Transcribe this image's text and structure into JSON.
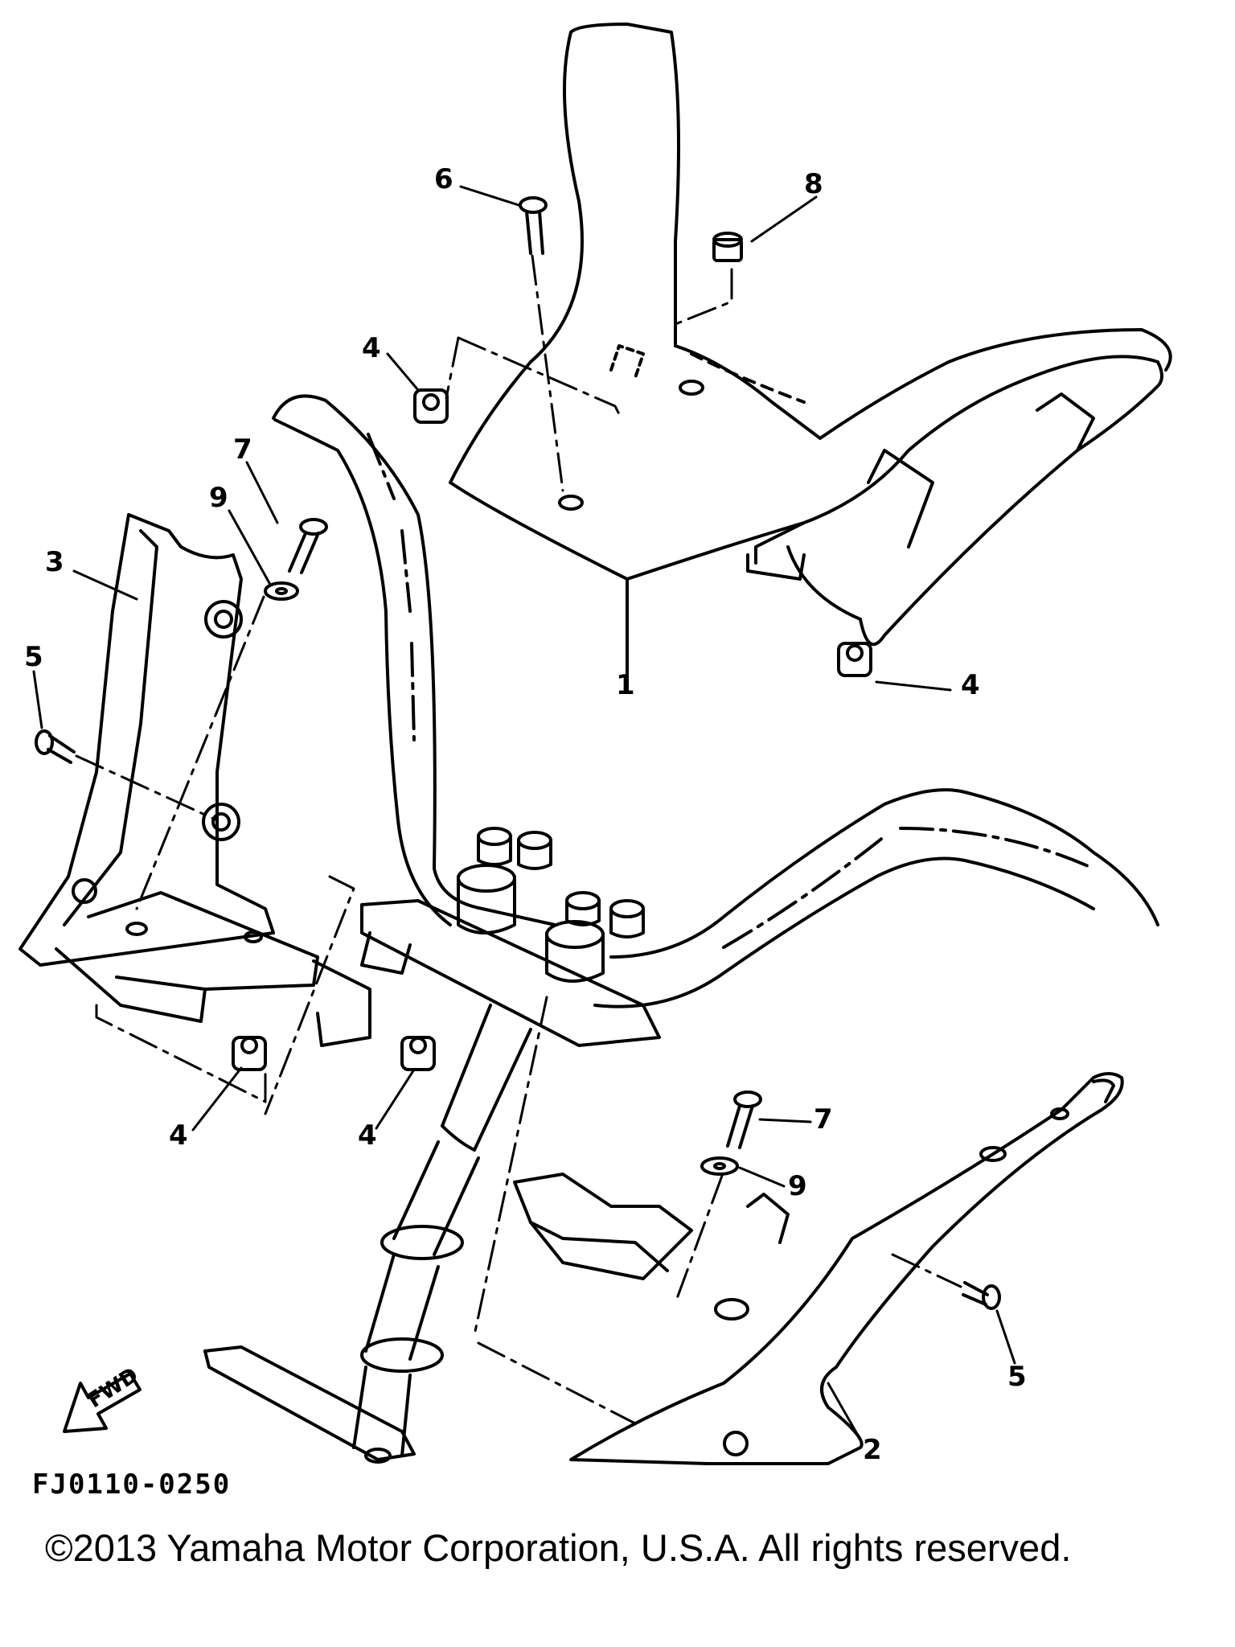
{
  "diagram": {
    "drawing_code": "FJ0110-0250",
    "copyright": "©2013 Yamaha Motor Corporation, U.S.A. All rights reserved.",
    "fwd_label": "FWD",
    "callouts": [
      {
        "id": "c6",
        "label": "6"
      },
      {
        "id": "c8",
        "label": "8"
      },
      {
        "id": "c4a",
        "label": "4"
      },
      {
        "id": "c7a",
        "label": "7"
      },
      {
        "id": "c9a",
        "label": "9"
      },
      {
        "id": "c3",
        "label": "3"
      },
      {
        "id": "c5a",
        "label": "5"
      },
      {
        "id": "c1",
        "label": "1"
      },
      {
        "id": "c4b",
        "label": "4"
      },
      {
        "id": "c4c",
        "label": "4"
      },
      {
        "id": "c4d",
        "label": "4"
      },
      {
        "id": "c7b",
        "label": "7"
      },
      {
        "id": "c9b",
        "label": "9"
      },
      {
        "id": "c5b",
        "label": "5"
      },
      {
        "id": "c2",
        "label": "2"
      }
    ]
  }
}
